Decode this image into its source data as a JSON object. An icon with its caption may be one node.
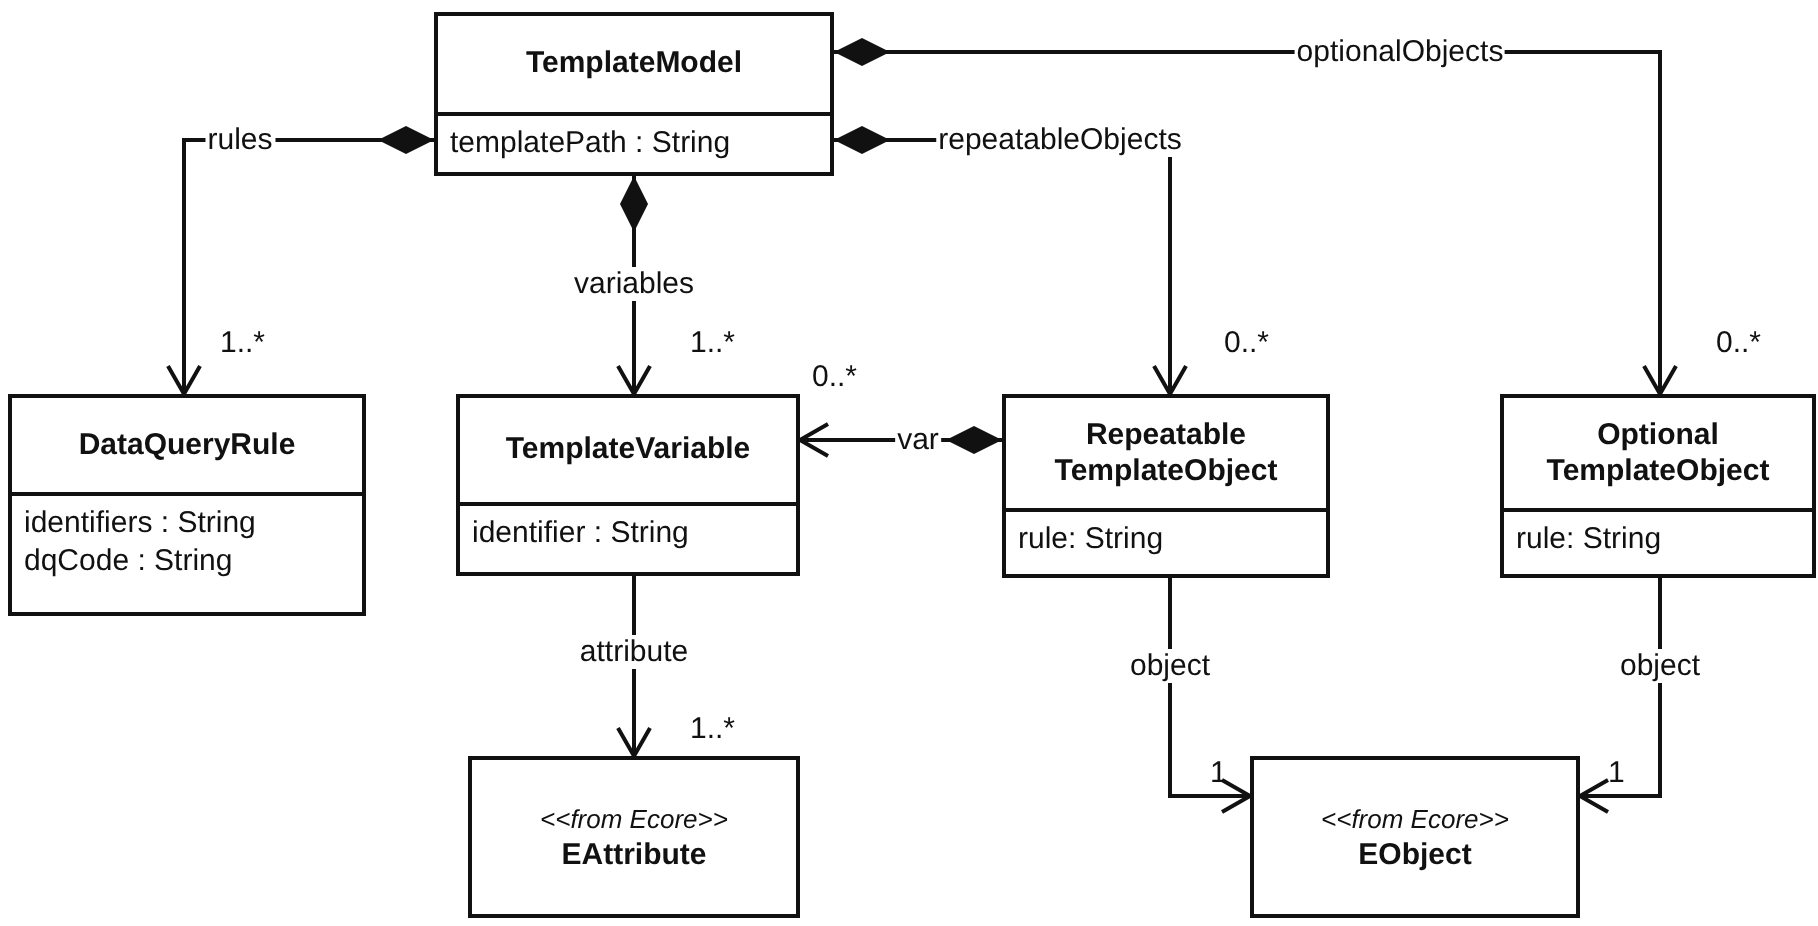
{
  "diagram": {
    "nodes": [
      {
        "text": [
          "TemplateModel",
          "templatePath : String"
        ]
      },
      {
        "text": [
          "DataQueryRule",
          "identifiers : String",
          "dqCode : String"
        ]
      },
      {
        "text": [
          "TemplateVariable",
          "identifier : String"
        ]
      },
      {
        "text": [
          "Repeatable TemplateObject",
          "rule: String"
        ]
      },
      {
        "text": [
          "Optional TemplateObject",
          "rule: String"
        ]
      },
      {
        "text": [
          "<<from Ecore>>",
          "EAttribute"
        ]
      },
      {
        "text": [
          "<<from Ecore>>",
          "EObject"
        ]
      }
    ],
    "edges": [
      {
        "from": 0,
        "to": 1,
        "arrow": "to",
        "label": "rules"
      },
      {
        "from": 0,
        "to": 2,
        "arrow": "to",
        "label": "variables"
      },
      {
        "from": 0,
        "to": 3,
        "arrow": "to",
        "label": "repeatableObjects"
      },
      {
        "from": 0,
        "to": 4,
        "arrow": "to",
        "label": "optionalObjects"
      },
      {
        "from": 3,
        "to": 2,
        "arrow": "to",
        "label": "var"
      },
      {
        "from": 2,
        "to": 5,
        "arrow": "to",
        "label": "attribute"
      },
      {
        "from": 3,
        "to": 6,
        "arrow": "to",
        "label": "object"
      },
      {
        "from": 4,
        "to": 6,
        "arrow": "to",
        "label": "object"
      }
    ],
    "labels": [
      "1..*",
      "1..*",
      "0..*",
      "0..*",
      "0..*",
      "1..*",
      "1",
      "1"
    ]
  }
}
